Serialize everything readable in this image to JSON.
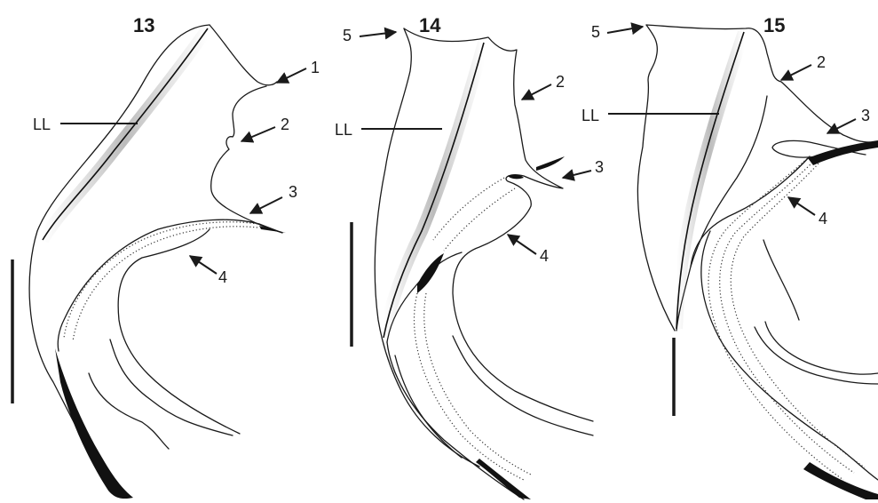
{
  "figures": [
    {
      "number": "13",
      "lateral_line_label": "LL",
      "callouts": [
        "1",
        "2",
        "3",
        "4"
      ]
    },
    {
      "number": "14",
      "lateral_line_label": "LL",
      "callouts": [
        "5",
        "2",
        "3",
        "4"
      ]
    },
    {
      "number": "15",
      "lateral_line_label": "LL",
      "callouts": [
        "5",
        "2",
        "3",
        "4"
      ]
    }
  ]
}
